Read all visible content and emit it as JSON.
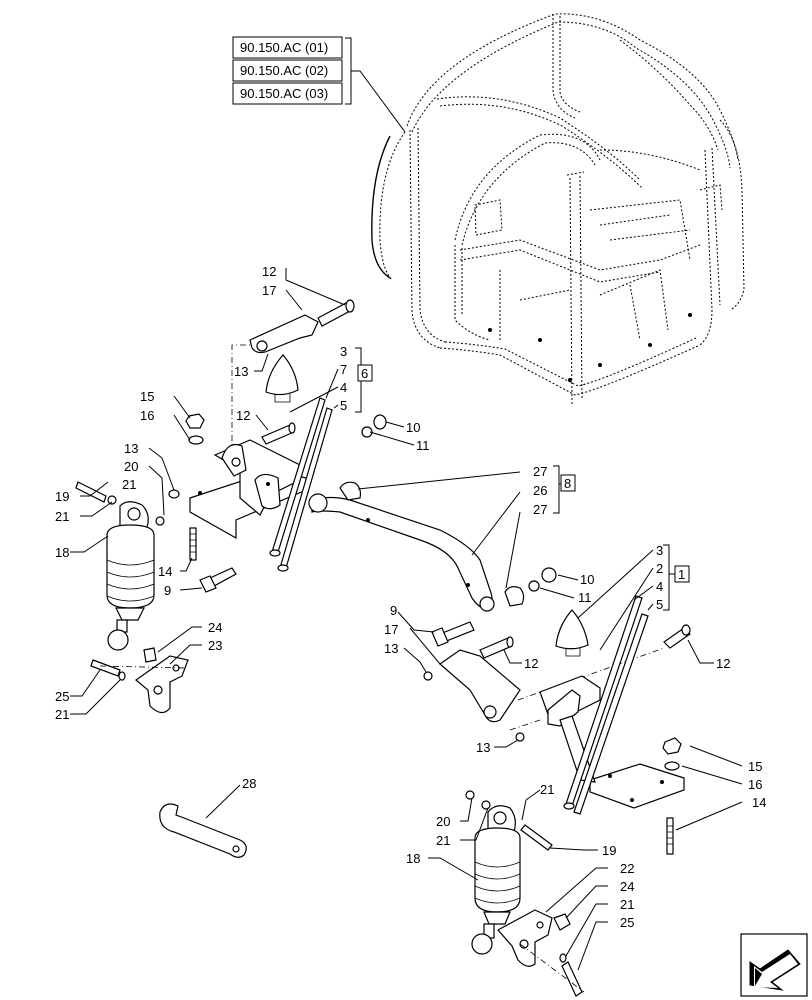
{
  "references": [
    "90.150.AC (01)",
    "90.150.AC (02)",
    "90.150.AC (03)"
  ],
  "group_labels": {
    "g6": "6",
    "g8": "8",
    "g1": "1"
  },
  "callouts": {
    "c12a": "12",
    "c17a": "17",
    "c13a": "13",
    "c3a": "3",
    "c7a": "7",
    "c4a": "4",
    "c5a": "5",
    "c15a": "15",
    "c16a": "16",
    "c12b": "12",
    "c10a": "10",
    "c11a": "11",
    "c13b": "13",
    "c20a": "20",
    "c19a": "19",
    "c21a": "21",
    "c21b": "21",
    "c18a": "18",
    "c14a": "14",
    "c9a": "9",
    "c27a": "27",
    "c26a": "26",
    "c27b": "27",
    "c3b": "3",
    "c2b": "2",
    "c4b": "4",
    "c5b": "5",
    "c10b": "10",
    "c11b": "11",
    "c9b": "9",
    "c17b": "17",
    "c12c": "12",
    "c13c": "13",
    "c12d": "12",
    "c24a": "24",
    "c23a": "23",
    "c25a": "25",
    "c21c": "21",
    "c13d": "13",
    "c15b": "15",
    "c16b": "16",
    "c14b": "14",
    "c28a": "28",
    "c21d": "21",
    "c20b": "20",
    "c21e": "21",
    "c19b": "19",
    "c18b": "18",
    "c22a": "22",
    "c24b": "24",
    "c21f": "21",
    "c25b": "25"
  },
  "icons": {
    "nav": "previous-page-arrow-icon"
  }
}
